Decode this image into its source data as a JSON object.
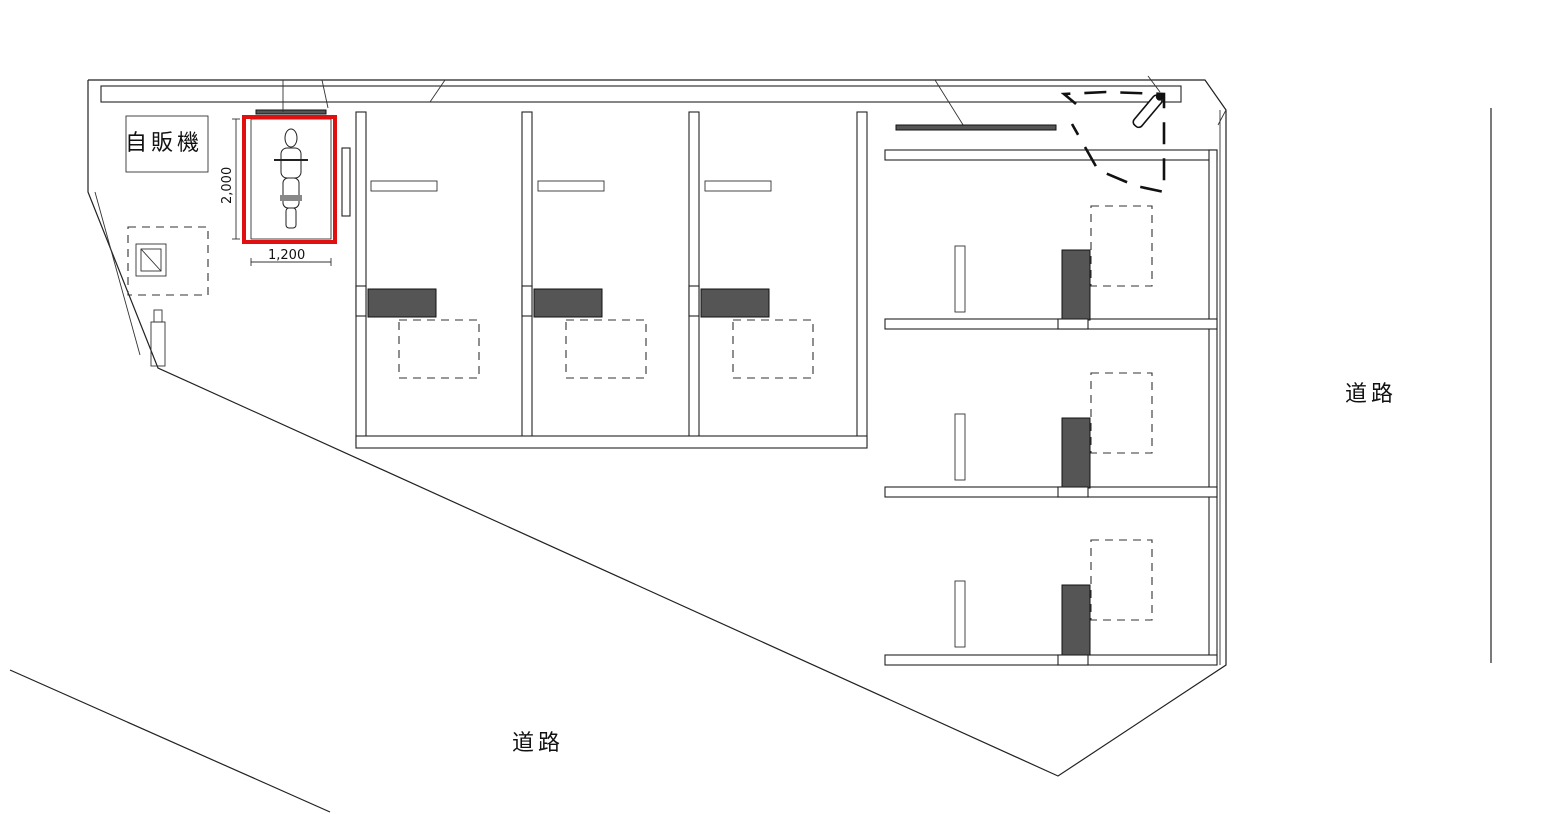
{
  "labels": {
    "vending_machine": "自販機",
    "road_right": "道路",
    "road_bottom": "道路",
    "dim_height": "2,000",
    "dim_width": "1,200"
  },
  "colors": {
    "highlight": "#e01010",
    "line": "#222222",
    "rack": "#555555",
    "background": "#ffffff"
  },
  "highlight": {
    "target": "motorcycle-parking-space"
  }
}
